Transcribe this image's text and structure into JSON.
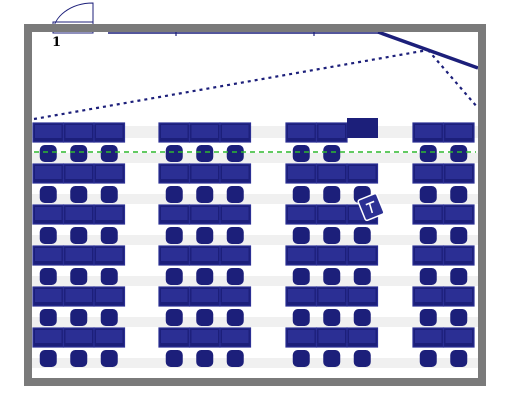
{
  "door_marker": {
    "label": "1"
  },
  "colors": {
    "wall": "#7a7a7a",
    "floor": "#ffffff",
    "aisle_band": "#f0f0f0",
    "furniture": "#1c1f7a",
    "furniture_light": "#2b2f94",
    "line": "#1c1f7a",
    "sightline": "#2eb82e"
  },
  "layout": {
    "blocks": 4,
    "rows": 6,
    "seats_per_block": [
      3,
      3,
      3,
      2
    ],
    "empty_seats": [
      {
        "block": 2,
        "row": 0,
        "seat": 2
      }
    ],
    "podium_over": {
      "block": 2,
      "row": 0,
      "seat": 2
    }
  },
  "moved_chair": {
    "icon": "tilted-chair-icon"
  }
}
